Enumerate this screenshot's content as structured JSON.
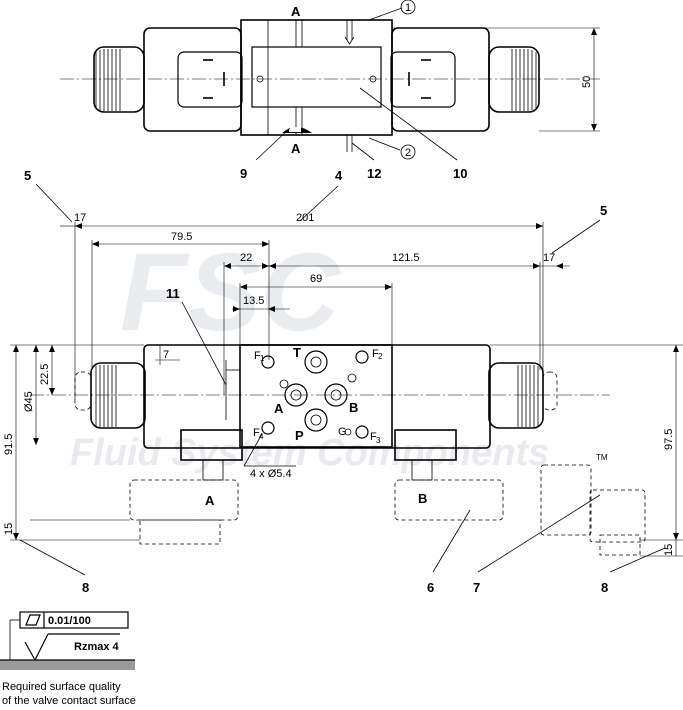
{
  "top_view": {
    "port_label_top": "A",
    "port_label_bottom": "A",
    "circled_1": "1",
    "circled_2": "2",
    "dim_height": "50",
    "callouts": {
      "c9": "9",
      "c12": "12",
      "c10": "10"
    }
  },
  "front_view": {
    "callouts": {
      "c5_left": "5",
      "c4": "4",
      "c5_right": "5",
      "c11": "11",
      "c8_left": "8",
      "c6": "6",
      "c7": "7",
      "c8_right": "8"
    },
    "dims": {
      "d17_left": "17",
      "d201": "201",
      "d17_right": "17",
      "d79_5": "79.5",
      "d22": "22",
      "d121_5": "121.5",
      "d69": "69",
      "d13_5": "13.5",
      "d7": "7",
      "d22_5": "22.5",
      "d45": "Ø45",
      "d91_5": "91.5",
      "d15_left": "15",
      "d97_5": "97.5",
      "d15_right": "15",
      "holes": "4 x Ø5.4"
    },
    "ports": {
      "T": "T",
      "A": "A",
      "B": "B",
      "P": "P",
      "F1": "F",
      "F1_sub": "1",
      "F2": "F",
      "F2_sub": "2",
      "F3": "F",
      "F3_sub": "3",
      "F4": "F",
      "F4_sub": "4",
      "G": "G"
    },
    "solenoid_labels": {
      "left": "A",
      "right": "B"
    }
  },
  "surface_spec": {
    "flatness": "0.01/100",
    "roughness": "Rzmax 4",
    "note_line1": "Required surface quality",
    "note_line2": "of the valve contact surface"
  },
  "watermark": {
    "logo": "FSC",
    "text": "Fluid System Components",
    "tm": "TM"
  }
}
